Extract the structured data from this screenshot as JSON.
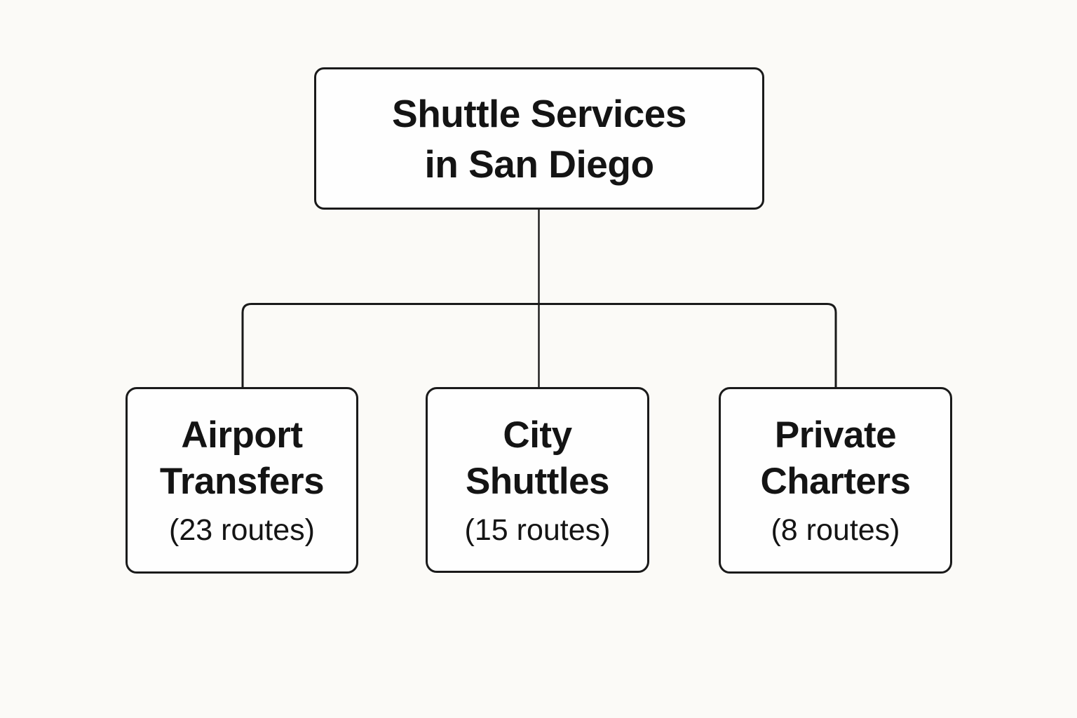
{
  "diagram": {
    "root": {
      "title_line1": "Shuttle Services",
      "title_line2": "in San Diego"
    },
    "children": [
      {
        "title_line1": "Airport",
        "title_line2": "Transfers",
        "subtitle": "(23 routes)"
      },
      {
        "title_line1": "City",
        "title_line2": "Shuttles",
        "subtitle": "(15 routes)"
      },
      {
        "title_line1": "Private",
        "title_line2": "Charters",
        "subtitle": "(8 routes)"
      }
    ],
    "colors": {
      "background": "#fbfaf7",
      "box_fill": "#fefefe",
      "line": "#1a1a1a",
      "text": "#141414"
    }
  }
}
